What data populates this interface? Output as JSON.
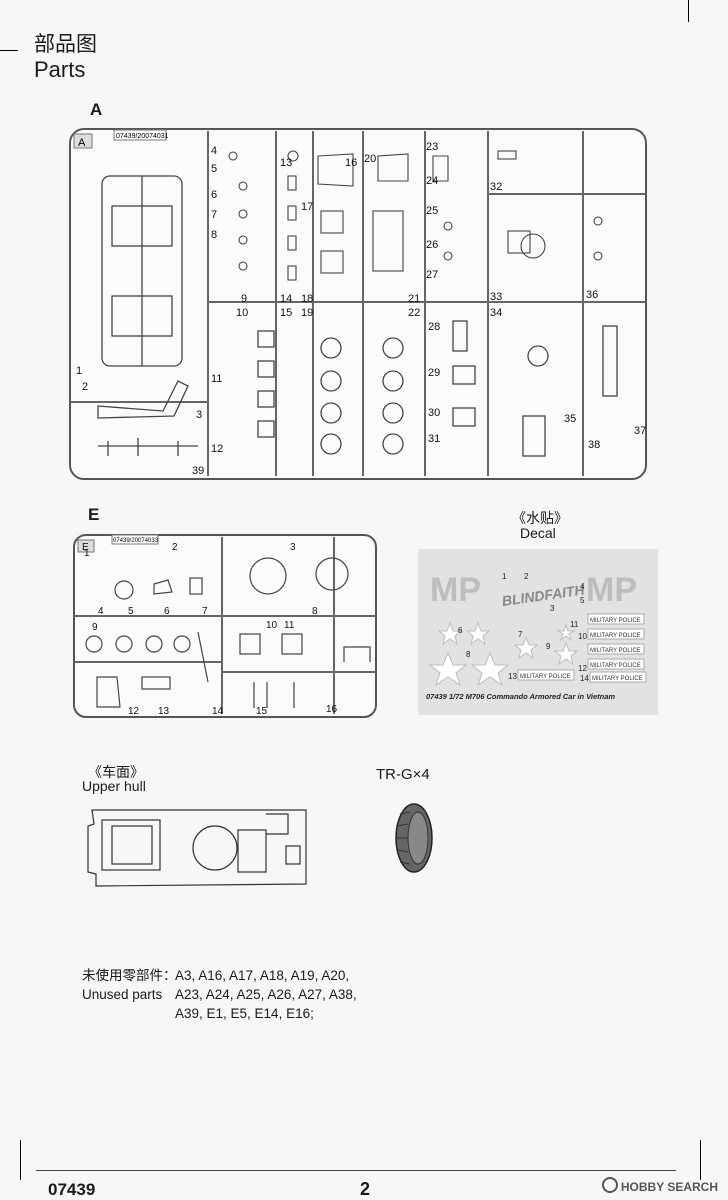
{
  "header": {
    "title_cn": "部品图",
    "title_en": "Parts"
  },
  "sprue_a": {
    "letter": "A",
    "code": "07439/20074031",
    "numbers": [
      "1",
      "2",
      "3",
      "4",
      "5",
      "6",
      "7",
      "8",
      "9",
      "10",
      "11",
      "12",
      "13",
      "14",
      "15",
      "16",
      "17",
      "18",
      "19",
      "20",
      "21",
      "22",
      "23",
      "24",
      "25",
      "26",
      "27",
      "28",
      "29",
      "30",
      "31",
      "32",
      "33",
      "34",
      "35",
      "36",
      "37",
      "38",
      "39"
    ]
  },
  "sprue_e": {
    "letter": "E",
    "code": "07439/20074033",
    "numbers": [
      "1",
      "2",
      "3",
      "4",
      "5",
      "6",
      "7",
      "8",
      "9",
      "10",
      "11",
      "12",
      "13",
      "14",
      "15",
      "16"
    ]
  },
  "decal": {
    "label_cn": "《水贴》",
    "label_en": "Decal",
    "mp": "MP",
    "blind_faith": "BLINDFAITH",
    "military_police": "MILITARY POLICE",
    "caption": "07439 1/72 M706 Commando Armored Car in Vietnam",
    "numbers": [
      "1",
      "2",
      "3",
      "4",
      "5",
      "6",
      "7",
      "8",
      "9",
      "10",
      "11",
      "12",
      "13",
      "14"
    ]
  },
  "upper_hull": {
    "label_cn": "《车面》",
    "label_en": "Upper hull"
  },
  "tire": {
    "label": "TR-G×4"
  },
  "unused": {
    "label_cn": "未使用零部件：",
    "label_en": "Unused parts",
    "line1": "A3, A16, A17, A18, A19, A20,",
    "line2": "A23, A24, A25, A26, A27, A38,",
    "line3": "A39, E1, E5, E14, E16;"
  },
  "footer": {
    "code": "07439",
    "page": "2",
    "watermark": "HOBBY SEARCH"
  }
}
